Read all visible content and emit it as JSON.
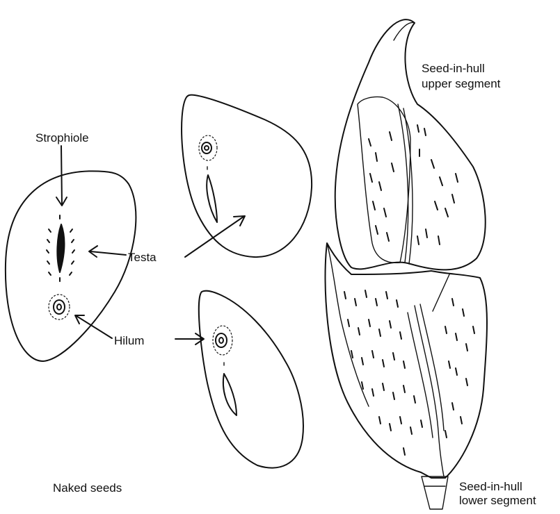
{
  "labels": {
    "strophiole": "Strophiole",
    "testa": "Testa",
    "hilum": "Hilum",
    "naked_seeds": "Naked seeds",
    "upper_segment_line1": "Seed-in-hull",
    "upper_segment_line2": "upper segment",
    "lower_segment_line1": "Seed-in-hull",
    "lower_segment_line2": "lower segment"
  }
}
